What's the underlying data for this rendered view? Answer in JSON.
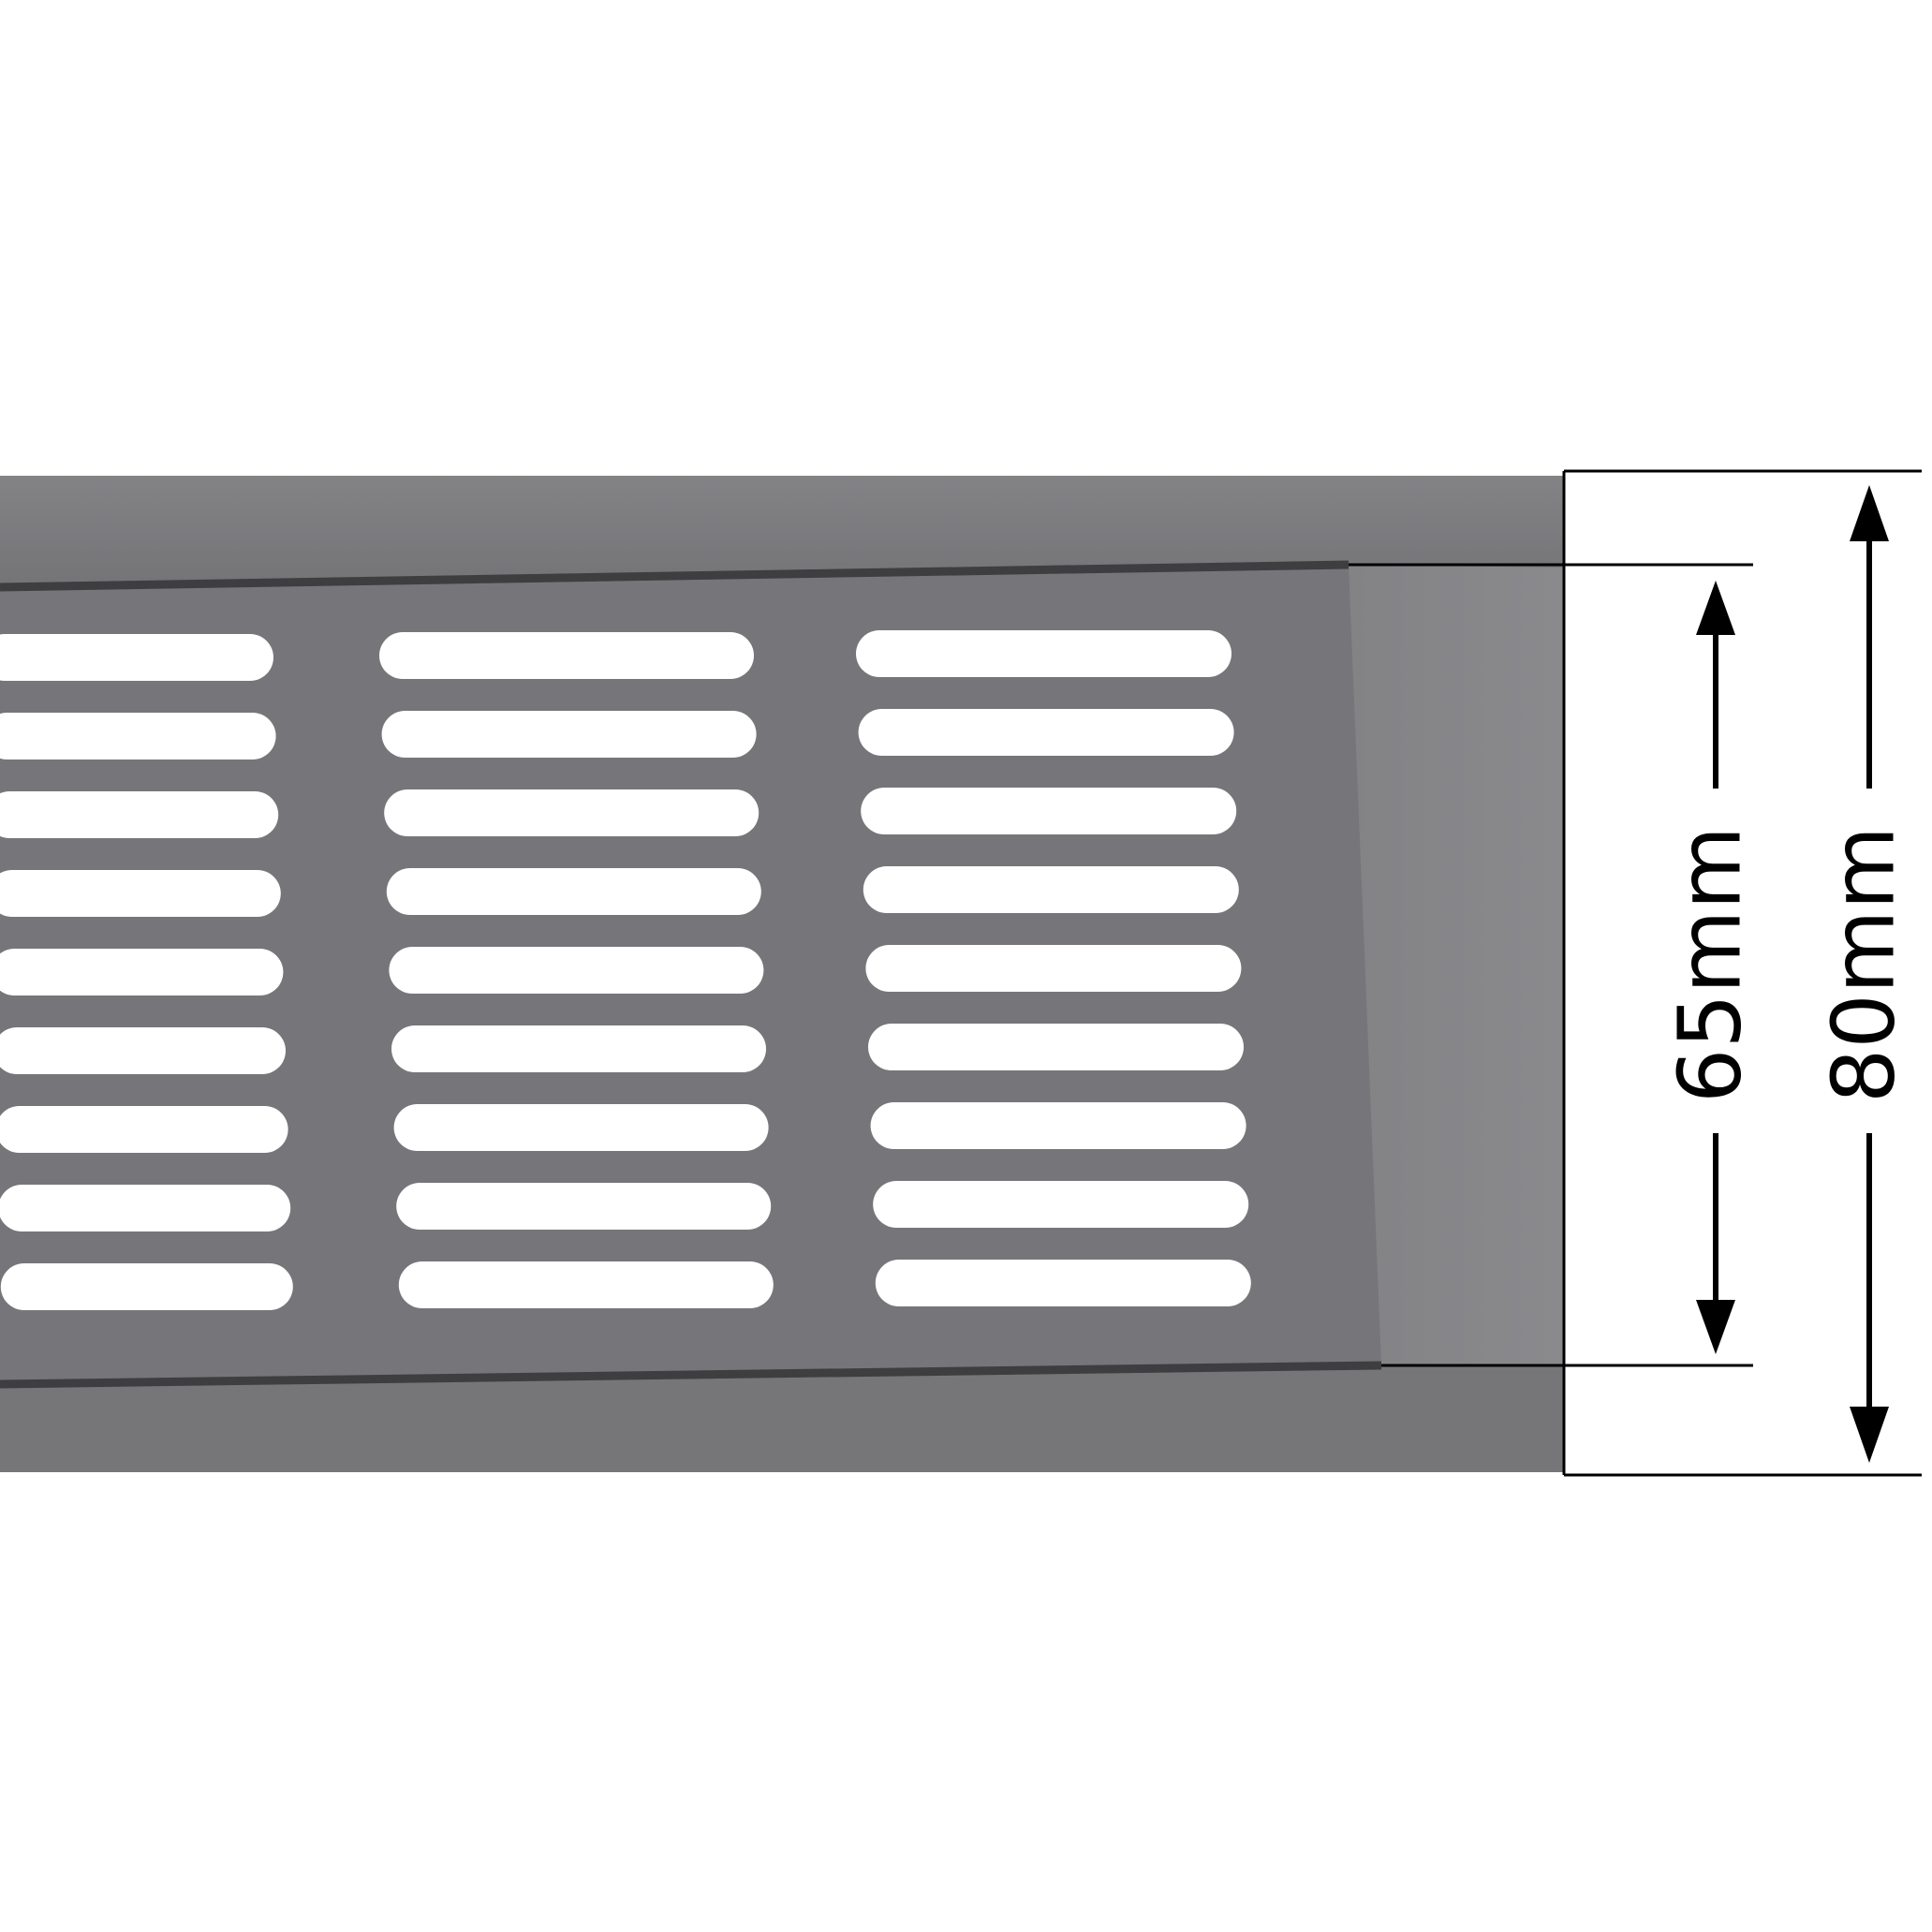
{
  "product": {
    "name": "vent-grille",
    "slot_columns": 3,
    "slot_rows": 9,
    "colors": {
      "plate": "#7c7c7f",
      "plate_light": "#8a8a8d",
      "channel": "#6c6c6f",
      "edge_dark": "#3e3e41",
      "slot": "#ffffff",
      "dimension_lines": "#000000",
      "background": "#ffffff"
    }
  },
  "dimensions": {
    "inner": {
      "label": "65mm",
      "value_mm": 65
    },
    "outer": {
      "label": "80mm",
      "value_mm": 80
    }
  }
}
